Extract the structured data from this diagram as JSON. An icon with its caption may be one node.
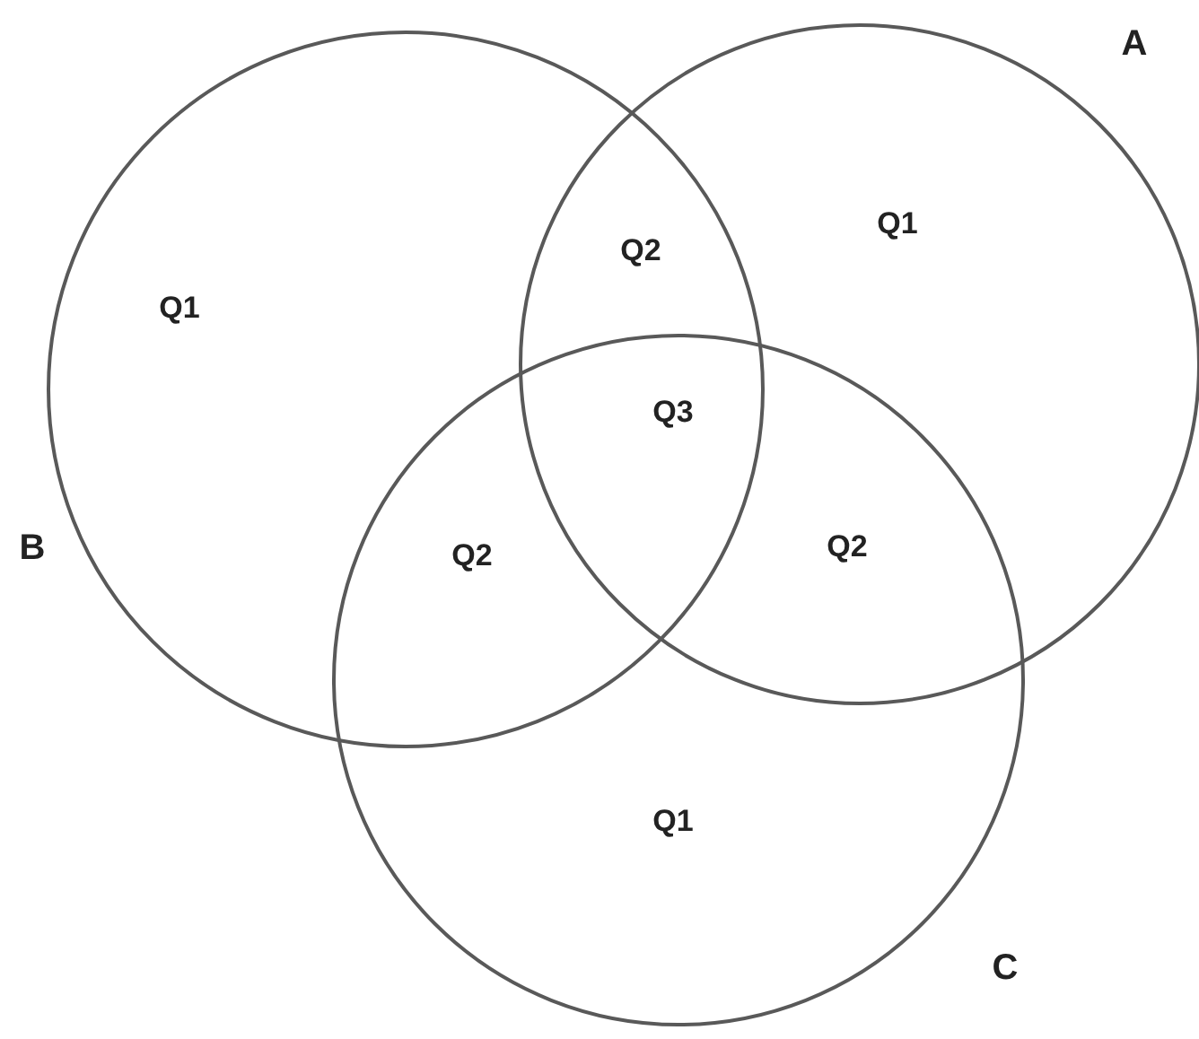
{
  "diagram": {
    "nodes": [
      {
        "text": [
          "A"
        ]
      },
      {
        "text": [
          "B"
        ]
      },
      {
        "text": [
          "C"
        ]
      }
    ],
    "labels": [
      "Q2",
      "Q1",
      "Q1",
      "Q3",
      "Q2",
      "Q2",
      "Q1"
    ]
  }
}
